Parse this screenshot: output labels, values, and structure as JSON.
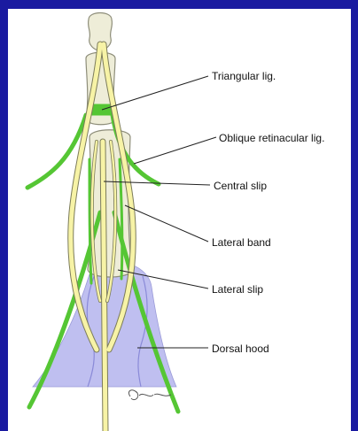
{
  "colors": {
    "frame": "#1a1aa0",
    "bone": "#eeedd8",
    "bone_stroke": "#8e8e7a",
    "tendon_yellow": "#f7f3a6",
    "ligament_green": "#55c634",
    "hood_fill": "#bfbff0",
    "hood_line": "#8a8ad8",
    "leader": "#222222"
  },
  "labels": {
    "triangular_lig": "Triangular lig.",
    "oblique_retinacular_lig": "Oblique retinacular lig.",
    "central_slip": "Central slip",
    "lateral_band": "Lateral band",
    "lateral_slip": "Lateral slip",
    "dorsal_hood": "Dorsal hood"
  }
}
